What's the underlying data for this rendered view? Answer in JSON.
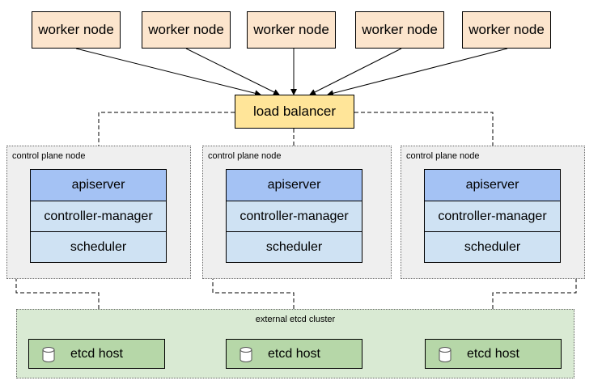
{
  "workers": [
    {
      "label": "worker node"
    },
    {
      "label": "worker node"
    },
    {
      "label": "worker node"
    },
    {
      "label": "worker node"
    },
    {
      "label": "worker node"
    }
  ],
  "load_balancer": {
    "label": "load balancer"
  },
  "control_planes": [
    {
      "title": "control plane node",
      "api": "apiserver",
      "cm": "controller-manager",
      "sched": "scheduler"
    },
    {
      "title": "control plane node",
      "api": "apiserver",
      "cm": "controller-manager",
      "sched": "scheduler"
    },
    {
      "title": "control plane node",
      "api": "apiserver",
      "cm": "controller-manager",
      "sched": "scheduler"
    }
  ],
  "etcd_cluster": {
    "title": "external etcd cluster",
    "hosts": [
      {
        "label": "etcd host",
        "icon": "database-icon"
      },
      {
        "label": "etcd host",
        "icon": "database-icon"
      },
      {
        "label": "etcd host",
        "icon": "database-icon"
      }
    ]
  },
  "colors": {
    "worker": "#fce5cd",
    "load_balancer": "#ffe599",
    "control_plane": "#efefef",
    "apiserver": "#a4c2f4",
    "component": "#cfe2f3",
    "etcd_cluster": "#d9ead3",
    "etcd_host": "#b6d7a8"
  }
}
